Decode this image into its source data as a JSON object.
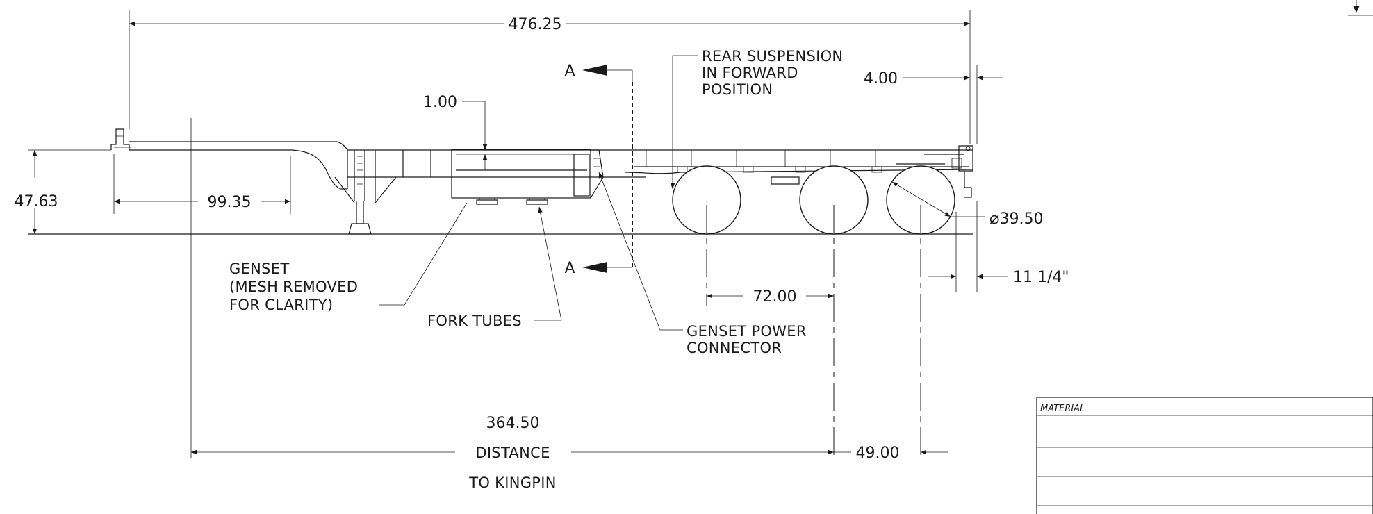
{
  "dimensions": {
    "overall_length": "476.25",
    "top_offset": "1.00",
    "rear_overhang": "4.00",
    "deck_height": "47.63",
    "gooseneck_length": "99.35",
    "tire_diameter": "39.50",
    "rear_gap": "11 1/4\"",
    "axle_spread": "72.00",
    "kingpin_distance": "364.50",
    "kingpin_label_1": "DISTANCE",
    "kingpin_label_2": "TO KINGPIN",
    "axle_to_rear": "49.00"
  },
  "section_marker": "A",
  "notes": {
    "rear_suspension": [
      "REAR SUSPENSION",
      "IN FORWARD",
      "POSITION"
    ],
    "genset": [
      "GENSET",
      "(MESH REMOVED",
      "FOR CLARITY)"
    ],
    "fork_tubes": "FORK TUBES",
    "genset_power": [
      "GENSET POWER",
      "CONNECTOR"
    ]
  },
  "title_block": {
    "material_label": "MATERIAL"
  }
}
